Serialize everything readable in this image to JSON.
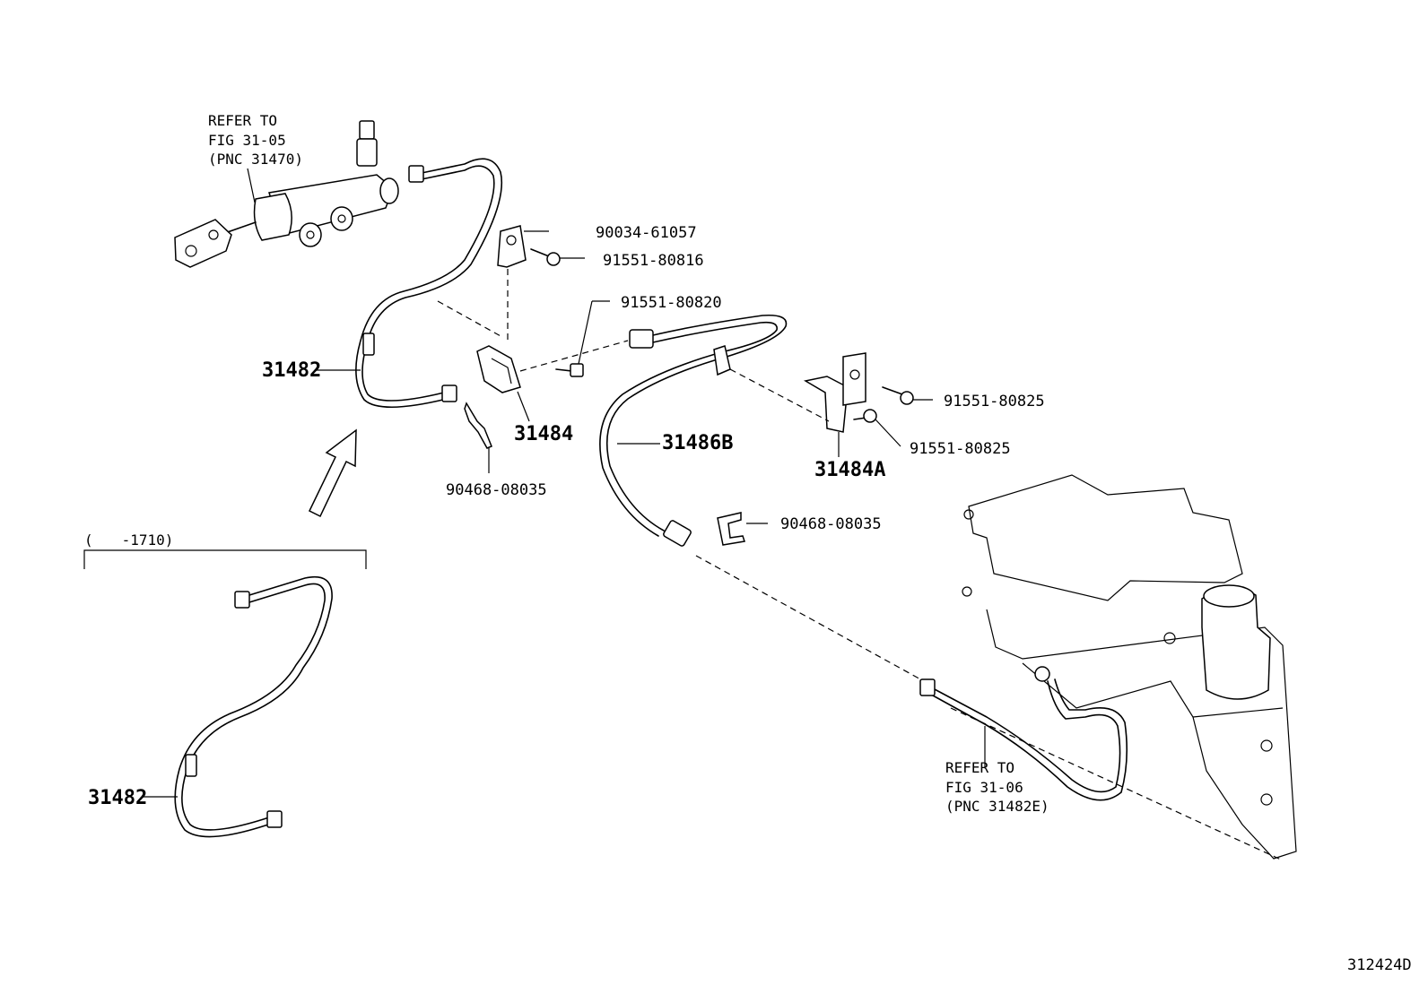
{
  "refs": {
    "top_left": {
      "line1": "REFER TO",
      "line2": "FIG 31-05",
      "line3": "(PNC 31470)"
    },
    "bottom_right": {
      "line1": "REFER TO",
      "line2": "FIG 31-06",
      "line3": "(PNC 31482E)"
    }
  },
  "parts": {
    "p90034": "90034-61057",
    "p80816": "91551-80816",
    "p80820": "91551-80820",
    "p80825a": "91551-80825",
    "p80825b": "91551-80825",
    "p31482_top": "31482",
    "p31484": "31484",
    "p31484a": "31484A",
    "p31486b": "31486B",
    "p90468_left": "90468-08035",
    "p90468_right": "90468-08035",
    "p31482_bottom": "31482"
  },
  "variant_label": "(　　-1710)",
  "figure_id": "312424D"
}
